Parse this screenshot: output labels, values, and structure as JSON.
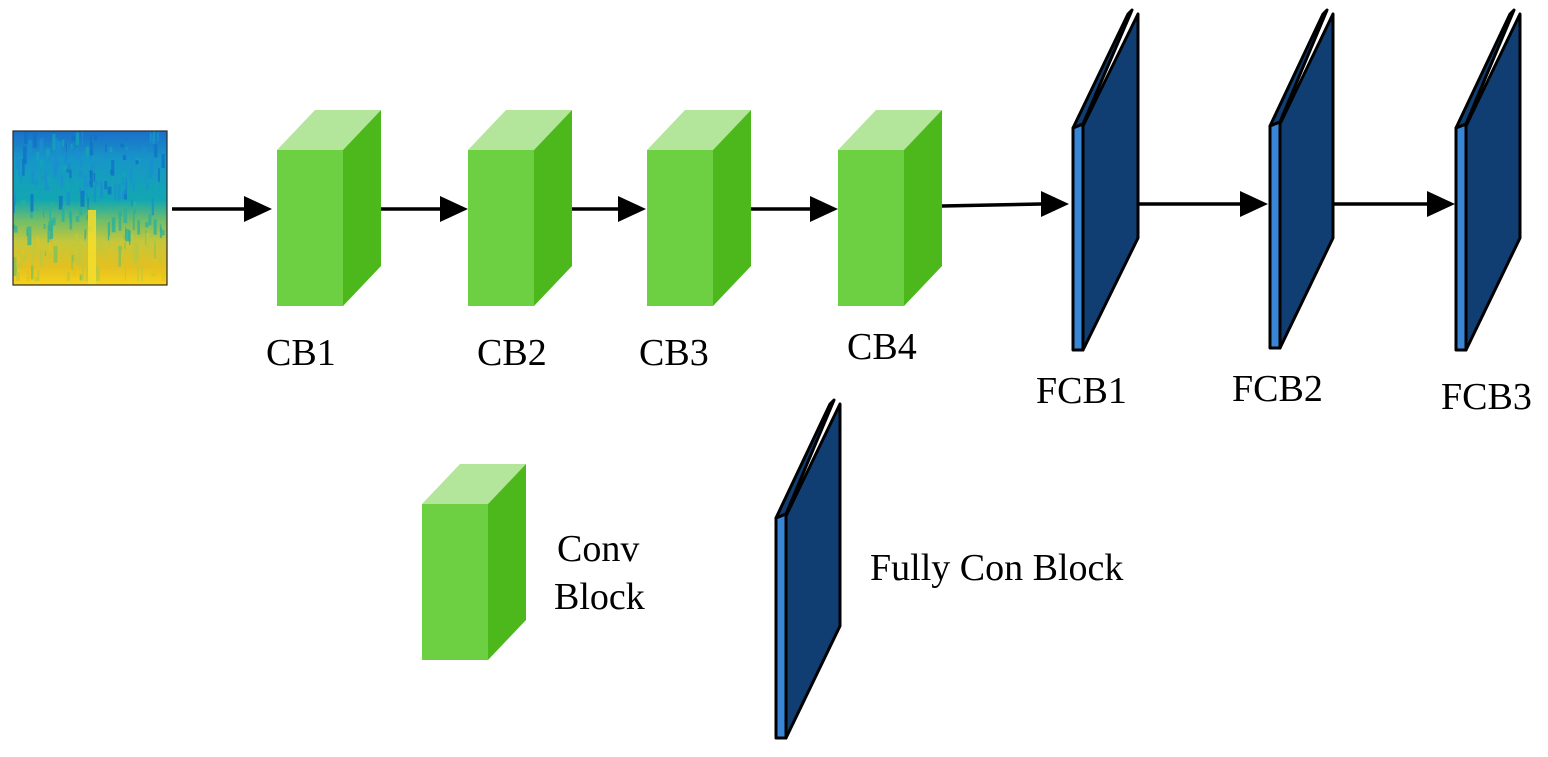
{
  "diagram": {
    "input": {
      "name": "spectrogram"
    },
    "conv_blocks": [
      {
        "label": "CB1"
      },
      {
        "label": "CB2"
      },
      {
        "label": "CB3"
      },
      {
        "label": "CB4"
      }
    ],
    "fc_blocks": [
      {
        "label": "FCB1"
      },
      {
        "label": "FCB2"
      },
      {
        "label": "FCB3"
      }
    ],
    "legend": {
      "conv_line1": "Conv",
      "conv_line2": "Block",
      "fc": "Fully Con Block"
    },
    "colors": {
      "conv_front": "#6dd043",
      "conv_top": "#b3e59b",
      "conv_side": "#4db81b",
      "fc_face": "#103e72",
      "fc_edge": "#3a86d6",
      "arrow": "#000000"
    }
  }
}
